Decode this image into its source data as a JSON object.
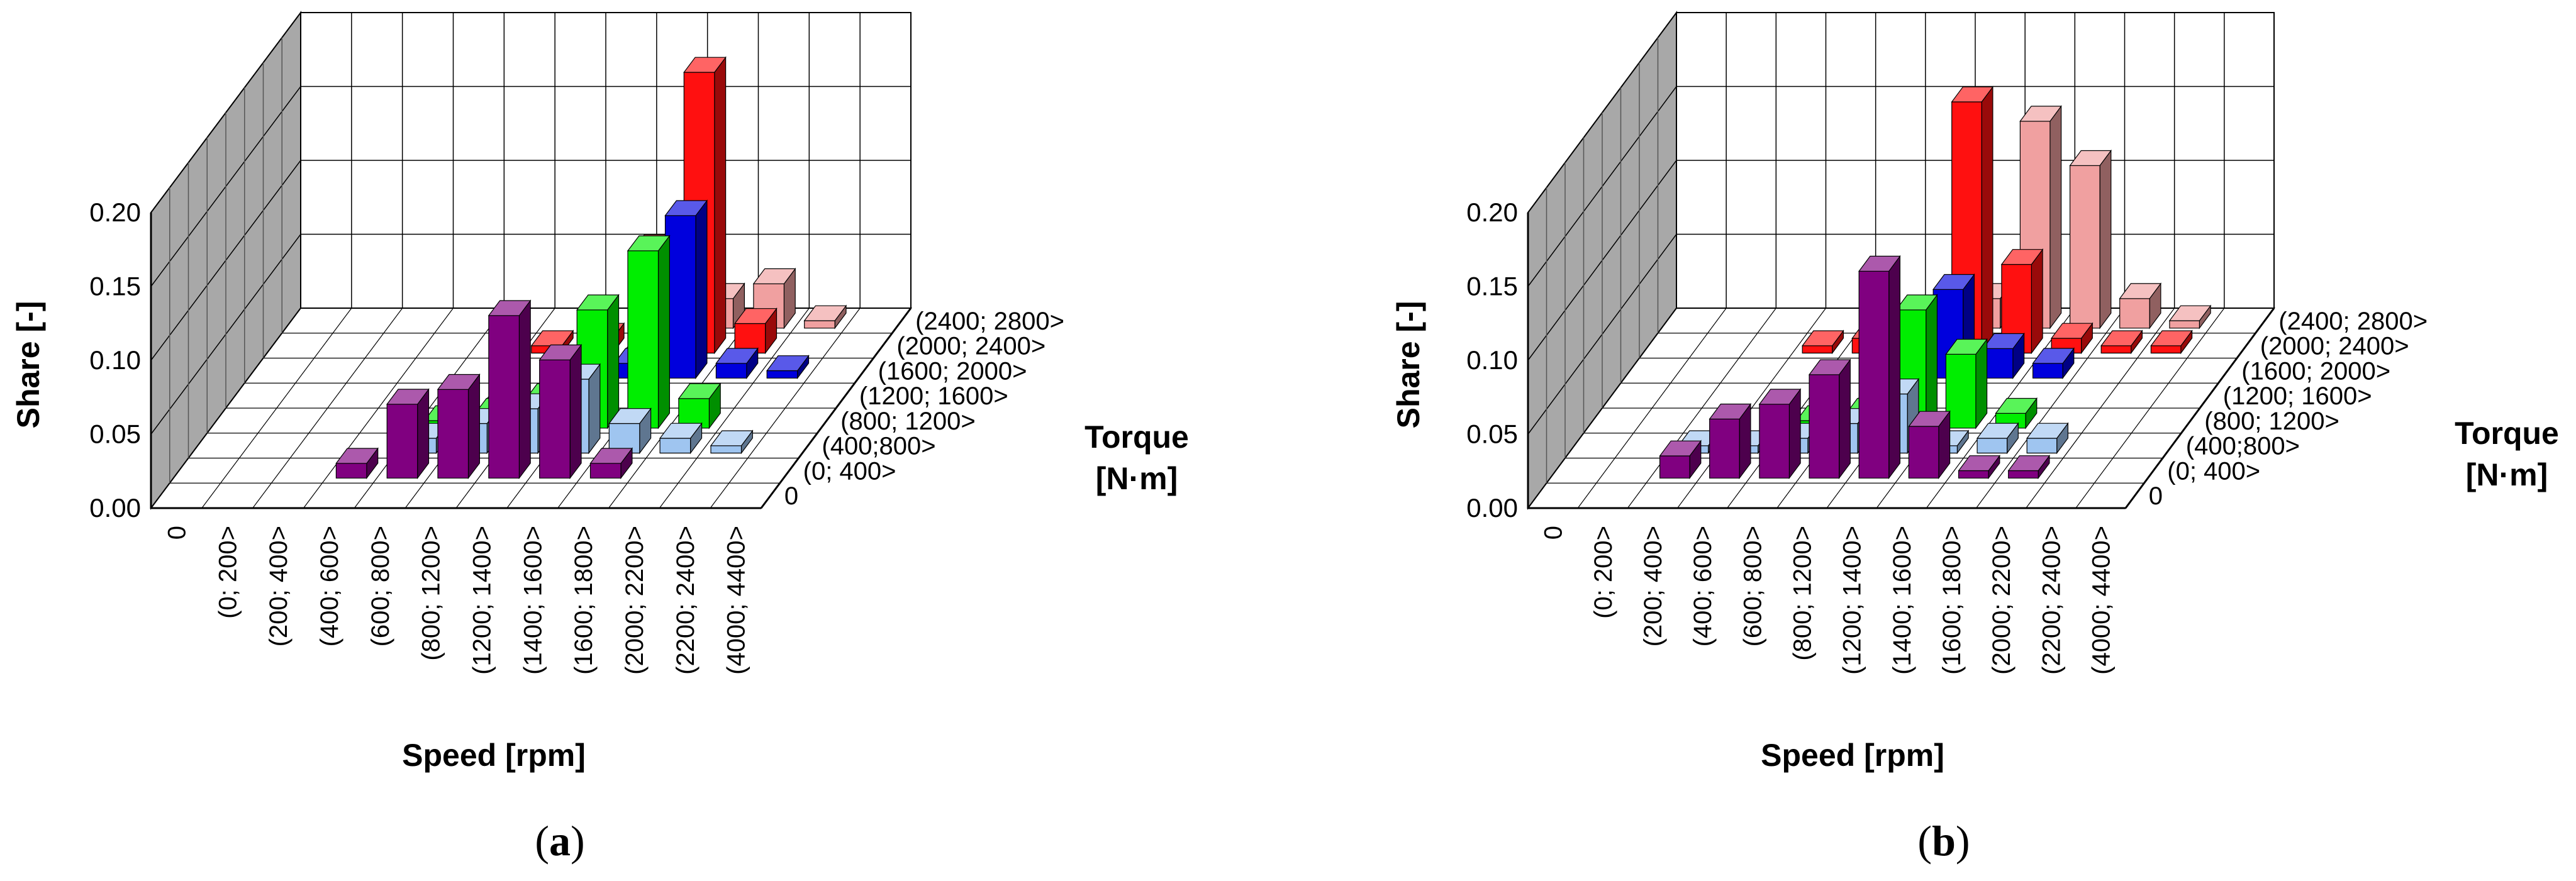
{
  "speed_categories": [
    "0",
    "(0; 200>",
    "(200; 400>",
    "(400; 600>",
    "(600; 800>",
    "(800; 1200>",
    "(1200; 1400>",
    "(1400; 1600>",
    "(1600; 1800>",
    "(2000; 2200>",
    "(2200; 2400>",
    "(4000; 4400>"
  ],
  "torque_categories": [
    "0",
    "(0; 400>",
    "(400;800>",
    "(800; 1200>",
    "(1200; 1600>",
    "(1600; 2000>",
    "(2000; 2400>",
    "(2400; 2800>"
  ],
  "series_colors": [
    "#ffffff",
    "#800080",
    "#9fc5f0",
    "#00ee00",
    "#d0d0d0",
    "#0000dd",
    "#ff1010",
    "#f0a0a0"
  ],
  "chart_data": [
    {
      "type": "bar3d",
      "panel_label_open": "(",
      "panel_label_letter": "a",
      "panel_label_close": ")",
      "xlabel": "Speed [rpm]",
      "ylabel": "Share [-]",
      "zlabel_line1": "Torque",
      "zlabel_line2": "[N·m]",
      "ylim": [
        0,
        0.2
      ],
      "yticks": [
        "0.00",
        "0.05",
        "0.10",
        "0.15",
        "0.20"
      ],
      "series": [
        {
          "values": [
            0,
            0,
            0,
            0,
            0,
            0,
            0,
            0,
            0,
            0,
            0,
            0
          ]
        },
        {
          "values": [
            0,
            0,
            0,
            0.01,
            0.05,
            0.06,
            0.11,
            0.08,
            0.01,
            0,
            0,
            0
          ]
        },
        {
          "values": [
            0,
            0,
            0,
            0,
            0.01,
            0.02,
            0.03,
            0.05,
            0.02,
            0.01,
            0.005,
            0
          ]
        },
        {
          "values": [
            0,
            0,
            0,
            0,
            0.005,
            0.01,
            0.02,
            0.08,
            0.12,
            0.02,
            0,
            0
          ]
        },
        {
          "values": [
            0,
            0,
            0,
            0,
            0,
            0,
            0,
            0,
            0,
            0,
            0,
            0
          ]
        },
        {
          "values": [
            0,
            0,
            0,
            0,
            0,
            0,
            0.005,
            0.01,
            0.11,
            0.01,
            0.005,
            0
          ]
        },
        {
          "values": [
            0,
            0,
            0,
            0,
            0,
            0.005,
            0.01,
            0.07,
            0.19,
            0.02,
            0,
            0
          ]
        },
        {
          "values": [
            0,
            0,
            0,
            0,
            0,
            0,
            0,
            0,
            0.02,
            0.03,
            0.005,
            0
          ]
        }
      ]
    },
    {
      "type": "bar3d",
      "panel_label_open": "(",
      "panel_label_letter": "b",
      "panel_label_close": ")",
      "xlabel": "Speed [rpm]",
      "ylabel": "Share [-]",
      "zlabel_line1": "Torque",
      "zlabel_line2": "[N·m]",
      "ylim": [
        0,
        0.2
      ],
      "yticks": [
        "0.00",
        "0.05",
        "0.10",
        "0.15",
        "0.20"
      ],
      "series": [
        {
          "values": [
            0,
            0,
            0,
            0,
            0,
            0,
            0,
            0,
            0,
            0,
            0,
            0
          ]
        },
        {
          "values": [
            0,
            0,
            0.015,
            0.04,
            0.05,
            0.07,
            0.14,
            0.035,
            0.005,
            0.005,
            0,
            0
          ]
        },
        {
          "values": [
            0,
            0,
            0.005,
            0.005,
            0.01,
            0.02,
            0.04,
            0.005,
            0.01,
            0.01,
            0,
            0
          ]
        },
        {
          "values": [
            0,
            0,
            0,
            0,
            0.005,
            0.01,
            0.08,
            0.05,
            0.01,
            0,
            0,
            0
          ]
        },
        {
          "values": [
            0,
            0,
            0,
            0,
            0,
            0,
            0,
            0,
            0,
            0,
            0,
            0
          ]
        },
        {
          "values": [
            0,
            0,
            0,
            0,
            0,
            0.005,
            0.06,
            0.02,
            0.01,
            0,
            0,
            0
          ]
        },
        {
          "values": [
            0,
            0,
            0,
            0.005,
            0.01,
            0.01,
            0.17,
            0.06,
            0.01,
            0.005,
            0.005,
            0
          ]
        },
        {
          "values": [
            0,
            0,
            0,
            0,
            0,
            0,
            0.02,
            0.14,
            0.11,
            0.02,
            0.005,
            0
          ]
        }
      ]
    }
  ]
}
